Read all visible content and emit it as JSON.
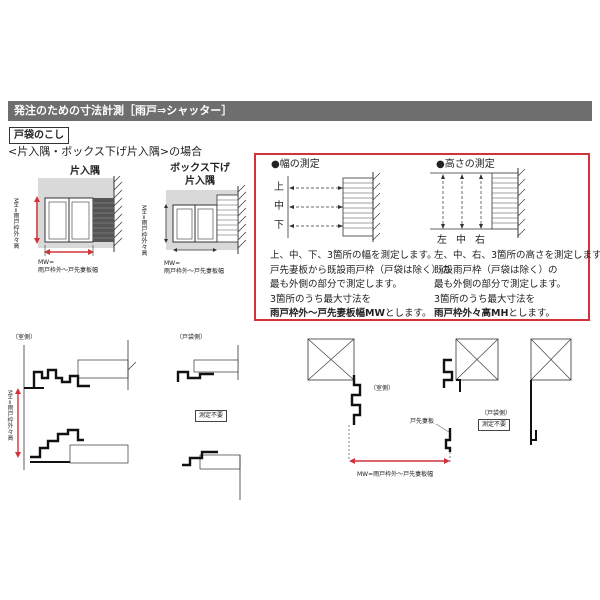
{
  "header": {
    "title": "発注のための寸法計測［雨戸⇒シャッター］"
  },
  "section": {
    "label": "戸袋のこし"
  },
  "condition": {
    "text": "<片入隅・ボックス下げ片入隅>の場合"
  },
  "fig_left": {
    "title": "片入隅",
    "mh_label": "MH=雨戸枠外々高",
    "mw_label": "MW=",
    "mw_sub": "雨戸枠外～戸先妻板幅"
  },
  "fig_right": {
    "title_line1": "ボックス下げ",
    "title_line2": "片入隅",
    "mh_label": "MH=雨戸枠外々高",
    "mw_label": "MW=",
    "mw_sub": "雨戸枠外～戸先妻板幅"
  },
  "width_measure": {
    "heading": "●幅の測定",
    "labels": [
      "上",
      "中",
      "下"
    ]
  },
  "height_measure": {
    "heading": "●高さの測定",
    "labels": [
      "左",
      "中",
      "右"
    ]
  },
  "instructions": {
    "width": {
      "line1": "上、中、下、3箇所の幅を測定します。",
      "line2": "戸先妻板から既設雨戸枠（戸袋は除く）の",
      "line3": "最も外側の部分で測定します。",
      "line4": "3箇所のうち最大寸法を",
      "line5_bold": "雨戸枠外～戸先妻板幅MW",
      "line5_rest": "とします。"
    },
    "height": {
      "line1": "左、中、右、3箇所の高さを測定します。",
      "line2": "既設雨戸枠（戸袋は除く）の",
      "line3": "最も外側の部分で測定します。",
      "line4": "3箇所のうち最大寸法を",
      "line5_bold": "雨戸枠外々高MH",
      "line5_rest": "とします。"
    }
  },
  "section_left": {
    "inside_label": "（室側）",
    "outside_label": "（戸袋側）",
    "mh_label": "MH=雨戸枠外々高",
    "no_measure": "測定不要"
  },
  "section_right": {
    "inside_label": "（室側）",
    "outside_label": "（戸袋側）",
    "tsumaita_label": "戸先妻板",
    "no_measure": "測定不要",
    "mw_label": "MW=雨戸枠外～戸先妻板幅"
  },
  "colors": {
    "accent": "#d0343a",
    "header": "#6e6e6e"
  }
}
